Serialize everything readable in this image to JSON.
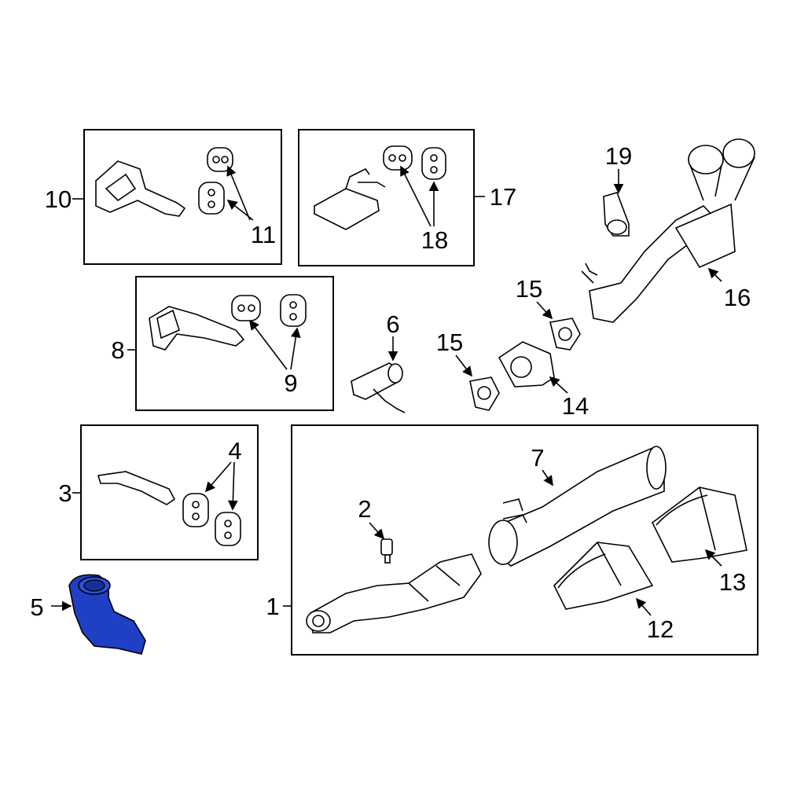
{
  "diagram_title": "",
  "callouts": [
    {
      "id": "c1",
      "label": "1"
    },
    {
      "id": "c2",
      "label": "2"
    },
    {
      "id": "c3",
      "label": "3"
    },
    {
      "id": "c4",
      "label": "4"
    },
    {
      "id": "c5",
      "label": "5"
    },
    {
      "id": "c6",
      "label": "6"
    },
    {
      "id": "c7",
      "label": "7"
    },
    {
      "id": "c8",
      "label": "8"
    },
    {
      "id": "c9",
      "label": "9"
    },
    {
      "id": "c10",
      "label": "10"
    },
    {
      "id": "c11",
      "label": "11"
    },
    {
      "id": "c12",
      "label": "12"
    },
    {
      "id": "c13",
      "label": "13"
    },
    {
      "id": "c14",
      "label": "14"
    },
    {
      "id": "c15a",
      "label": "15"
    },
    {
      "id": "c15b",
      "label": "15"
    },
    {
      "id": "c16",
      "label": "16"
    },
    {
      "id": "c17",
      "label": "17"
    },
    {
      "id": "c18",
      "label": "18"
    },
    {
      "id": "c19",
      "label": "19"
    }
  ],
  "colors": {
    "highlight": "#1f3fc4",
    "line": "#000000",
    "background": "#ffffff"
  },
  "highlighted_part": "5"
}
